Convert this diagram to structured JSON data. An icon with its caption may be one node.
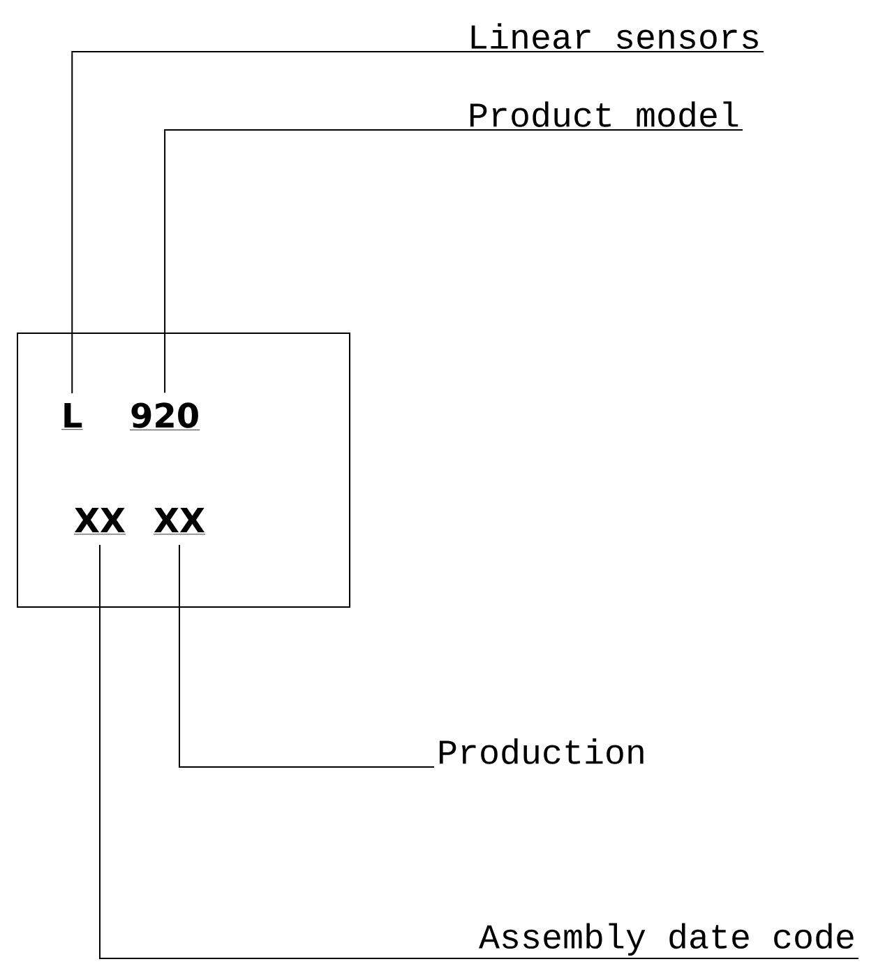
{
  "diagram": {
    "nodes": [
      {
        "text": [],
        "shape": "box"
      },
      {
        "text": [
          "L"
        ],
        "in": 0
      },
      {
        "text": [
          "920"
        ],
        "in": 0
      },
      {
        "text": [
          "XX"
        ],
        "in": 0
      },
      {
        "text": [
          "XX"
        ],
        "in": 0
      },
      {
        "text": [
          "Linear sensors"
        ]
      },
      {
        "text": [
          "Product model"
        ]
      },
      {
        "text": [
          "Production"
        ]
      },
      {
        "text": [
          "Assembly date code"
        ]
      }
    ],
    "edges": [
      {
        "from": 5,
        "to": 1,
        "arrow": "none"
      },
      {
        "from": 6,
        "to": 2,
        "arrow": "none"
      },
      {
        "from": 7,
        "to": 4,
        "arrow": "none"
      },
      {
        "from": 8,
        "to": 3,
        "arrow": "none"
      }
    ]
  }
}
